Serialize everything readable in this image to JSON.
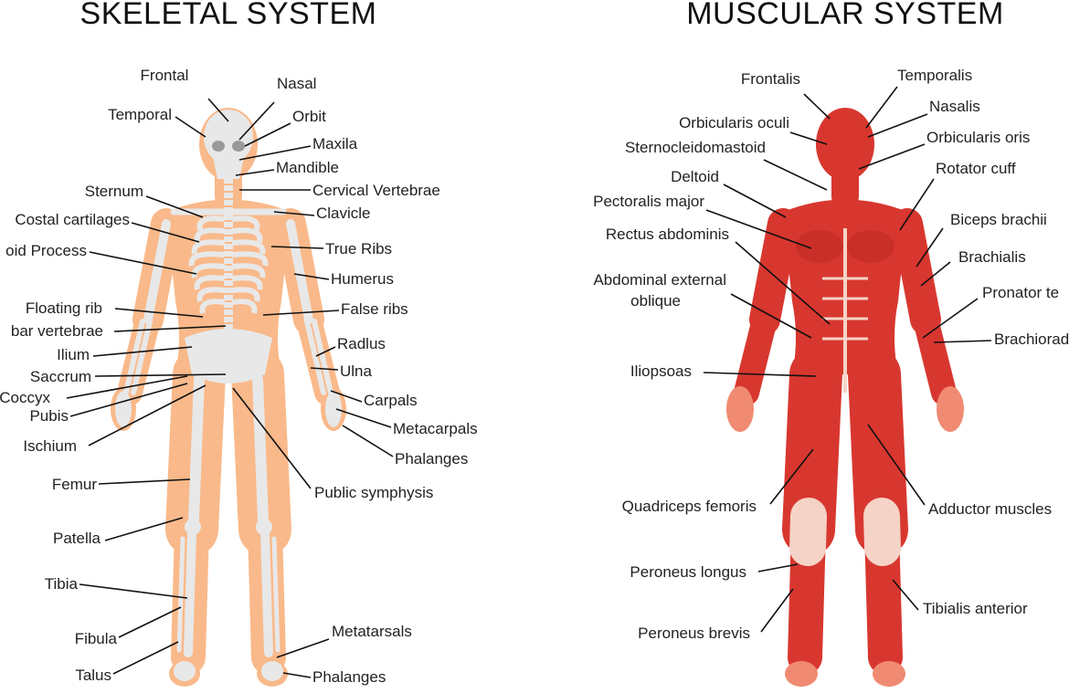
{
  "titles": {
    "skeletal": "SKELETAL SYSTEM",
    "muscular": "MUSCULAR SYSTEM"
  },
  "colors": {
    "skin": "#f9b98a",
    "bone": "#e8e8e8",
    "muscle": "#d8372f",
    "tendon": "#f5d3c6",
    "hand": "#f08a72"
  },
  "skeletal_labels": [
    "Frontal",
    "Nasal",
    "Temporal",
    "Orbit",
    "Maxila",
    "Mandible",
    "Sternum",
    "Cervical Vertebrae",
    "Costal cartilages",
    "Clavicle",
    "oid Process",
    "True Ribs",
    "Humerus",
    "Floating rib",
    "False ribs",
    "bar vertebrae",
    "Ilium",
    "Radlus",
    "Saccrum",
    "Ulna",
    "Coccyx",
    "Pubis",
    "Carpals",
    "Metacarpals",
    "Ischium",
    "Phalanges",
    "Femur",
    "Public symphysis",
    "Patella",
    "Tibia",
    "Fibula",
    "Metatarsals",
    "Talus",
    "Phalanges"
  ],
  "muscular_labels": [
    "Frontalis",
    "Temporalis",
    "Nasalis",
    "Orbicularis oculi",
    "Orbicularis oris",
    "Sternocleidomastoid",
    "Rotator cuff",
    "Deltoid",
    "Pectoralis major",
    "Biceps brachii",
    "Rectus abdominis",
    "Brachialis",
    "Abdominal external",
    "oblique",
    "Pronator te",
    "Brachiorad",
    "Iliopsoas",
    "Quadriceps femoris",
    "Adductor muscles",
    "Peroneus longus",
    "Tibialis anterior",
    "Peroneus brevis"
  ]
}
